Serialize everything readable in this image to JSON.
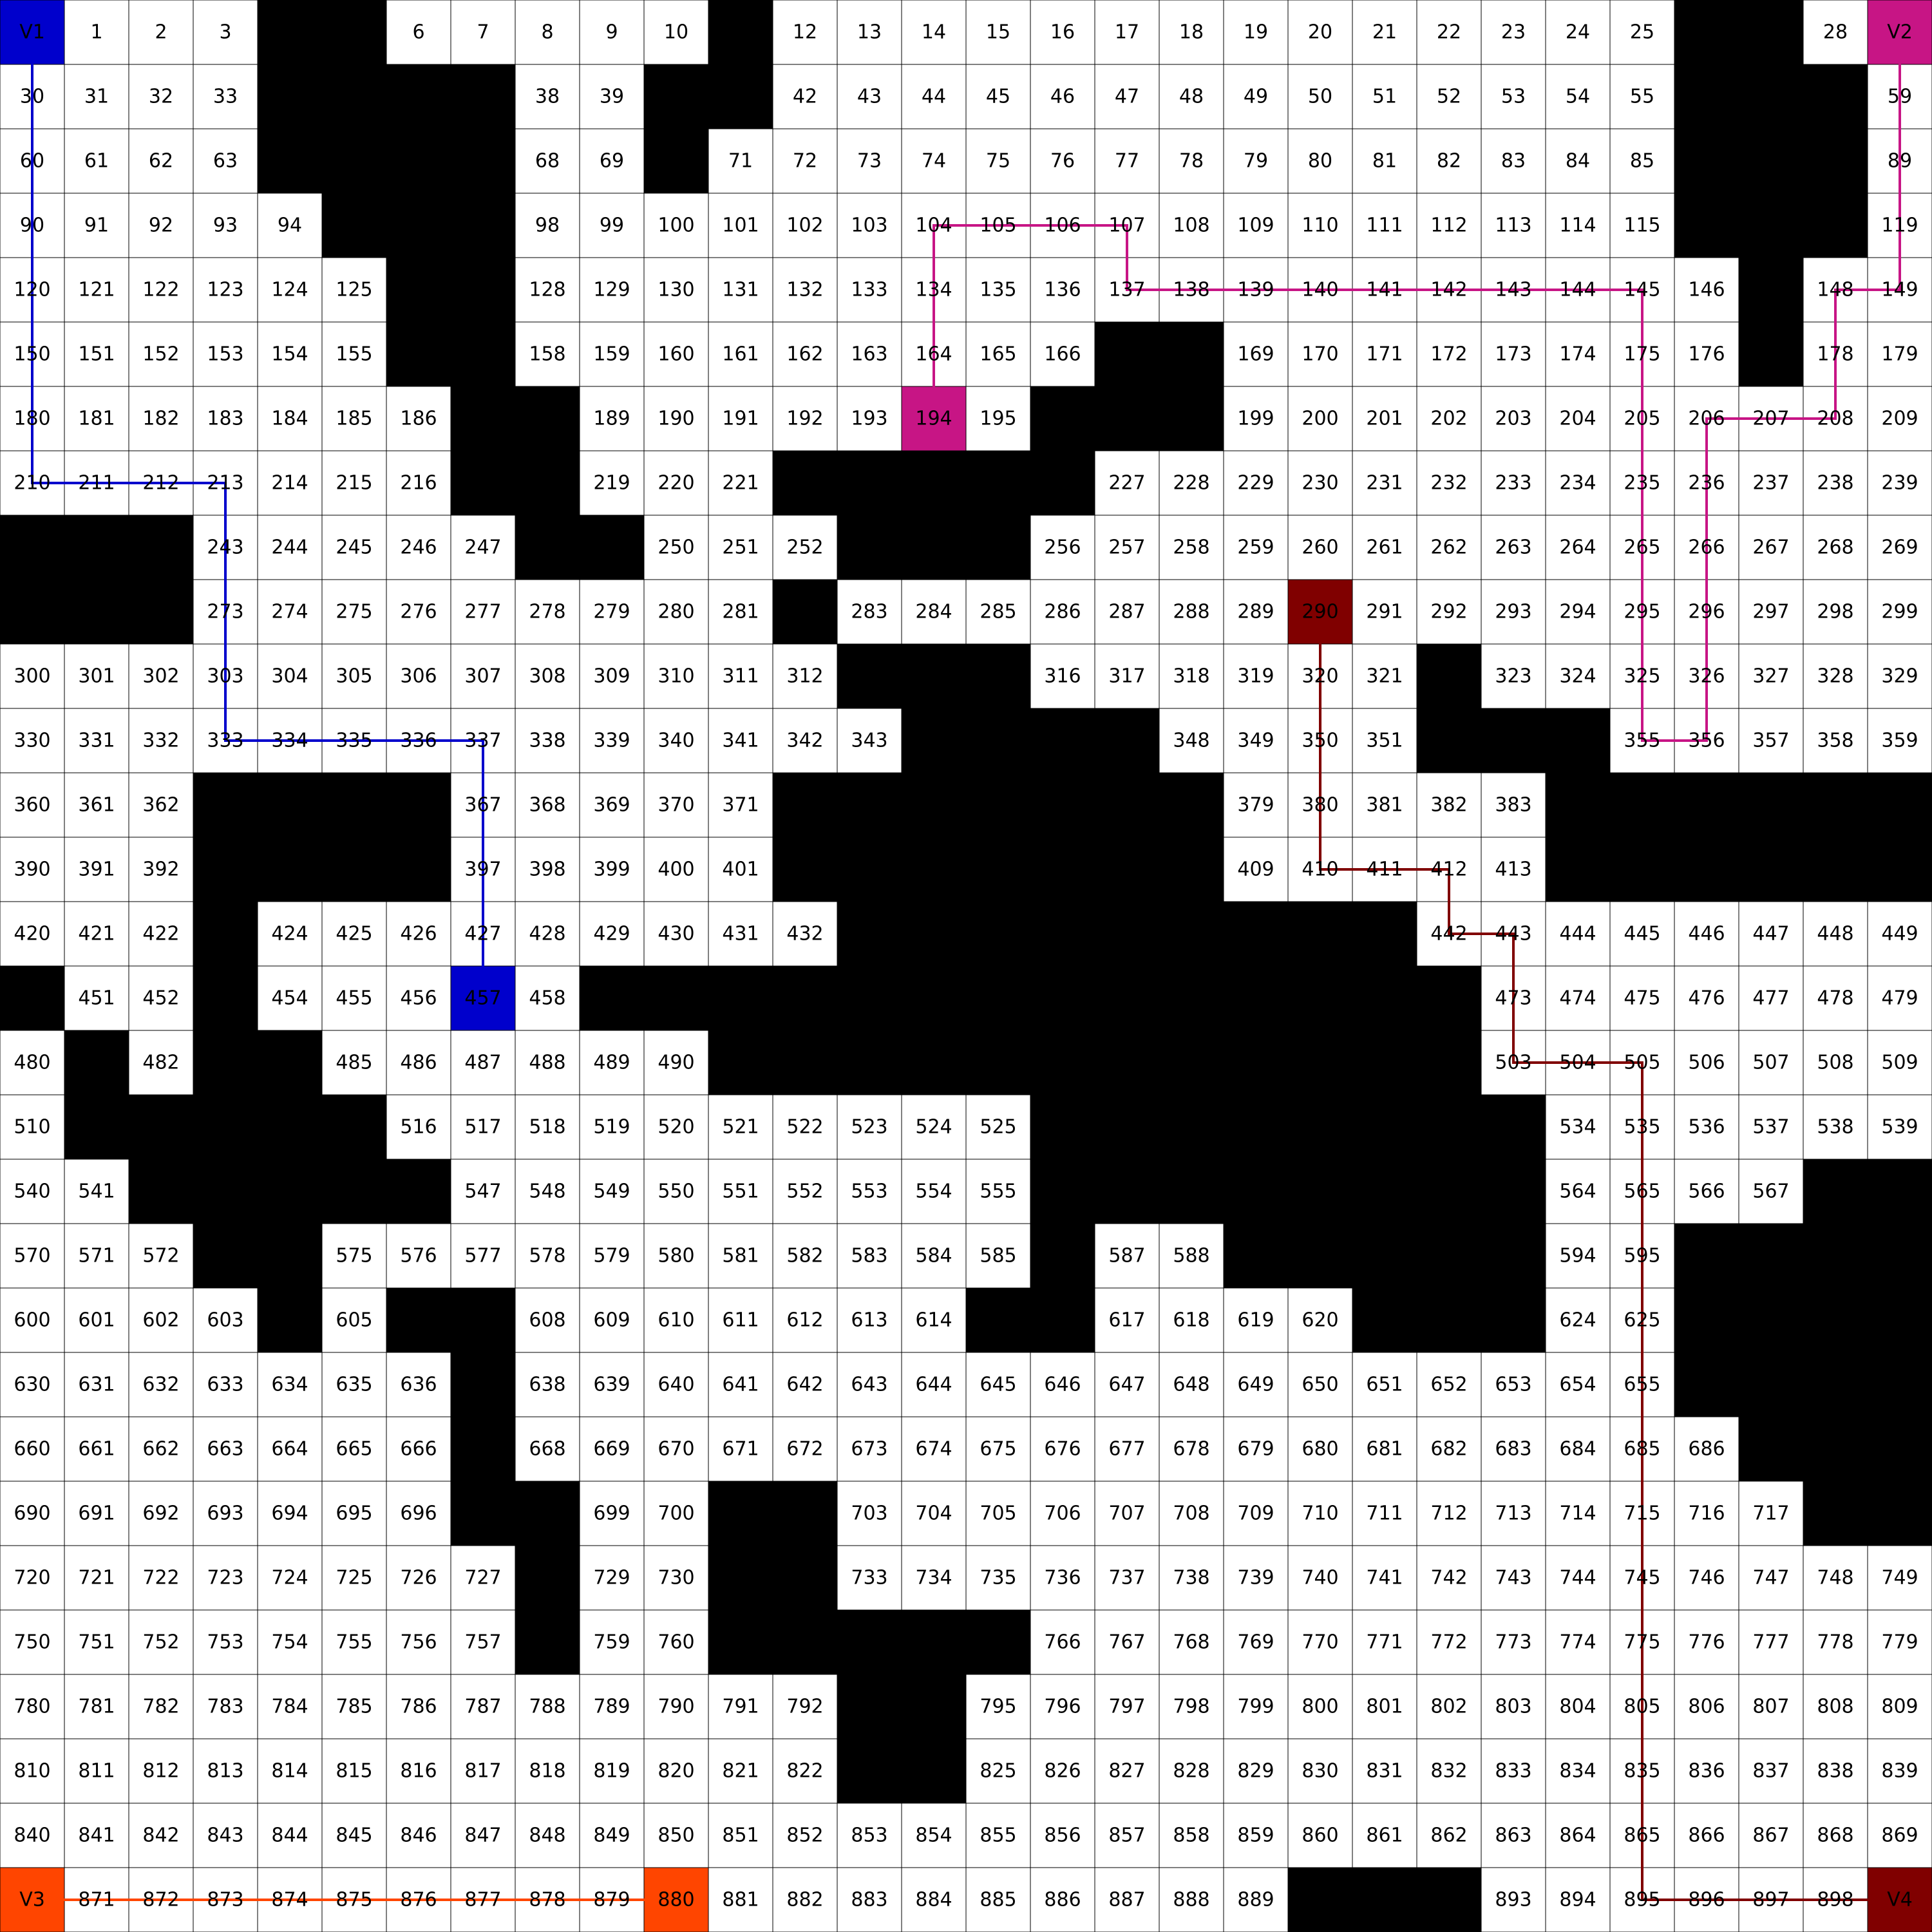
{
  "grid": {
    "cols": 30,
    "rows": 30,
    "obstacle_color": "#000000",
    "grid_line_color": "#000000",
    "cell_color": "#ffffff",
    "text_color": "#000000"
  },
  "obstacles": [
    4,
    5,
    11,
    26,
    27,
    34,
    35,
    36,
    37,
    40,
    41,
    56,
    57,
    58,
    64,
    65,
    66,
    67,
    70,
    86,
    87,
    88,
    95,
    96,
    97,
    116,
    117,
    118,
    126,
    127,
    147,
    156,
    157,
    167,
    168,
    177,
    187,
    188,
    196,
    197,
    198,
    217,
    218,
    222,
    223,
    224,
    225,
    226,
    240,
    241,
    242,
    248,
    249,
    253,
    254,
    255,
    270,
    271,
    272,
    282,
    313,
    314,
    315,
    322,
    344,
    345,
    346,
    347,
    352,
    353,
    354,
    363,
    364,
    365,
    366,
    372,
    373,
    374,
    375,
    376,
    377,
    378,
    384,
    385,
    386,
    387,
    388,
    389,
    393,
    394,
    395,
    396,
    402,
    403,
    404,
    405,
    406,
    407,
    408,
    414,
    415,
    416,
    417,
    418,
    419,
    423,
    433,
    434,
    435,
    436,
    437,
    438,
    439,
    440,
    441,
    450,
    453,
    459,
    460,
    461,
    462,
    463,
    464,
    465,
    466,
    467,
    468,
    469,
    470,
    471,
    472,
    481,
    483,
    484,
    491,
    492,
    493,
    494,
    495,
    496,
    497,
    498,
    499,
    500,
    501,
    502,
    511,
    512,
    513,
    514,
    515,
    526,
    527,
    528,
    529,
    530,
    531,
    532,
    533,
    542,
    543,
    544,
    545,
    546,
    556,
    557,
    558,
    559,
    560,
    561,
    562,
    563,
    568,
    569,
    573,
    574,
    586,
    589,
    590,
    591,
    592,
    593,
    596,
    597,
    598,
    599,
    604,
    606,
    607,
    615,
    616,
    621,
    622,
    623,
    626,
    627,
    628,
    629,
    637,
    656,
    657,
    658,
    659,
    667,
    687,
    688,
    689,
    697,
    698,
    701,
    702,
    718,
    719,
    728,
    731,
    732,
    758,
    761,
    762,
    763,
    764,
    765,
    793,
    794,
    823,
    824,
    890,
    891,
    892
  ],
  "vehicles": [
    {
      "label": "V1",
      "start": 0,
      "goal": 457,
      "color": "#0000cc",
      "path": [
        0,
        30,
        60,
        90,
        120,
        150,
        180,
        210,
        211,
        212,
        213,
        243,
        273,
        303,
        333,
        334,
        335,
        336,
        337,
        367,
        397,
        427,
        457
      ]
    },
    {
      "label": "V2",
      "start": 29,
      "goal": 194,
      "color": "#c71585",
      "path": [
        29,
        59,
        89,
        119,
        149,
        148,
        178,
        208,
        207,
        206,
        236,
        266,
        296,
        326,
        356,
        355,
        325,
        295,
        265,
        235,
        205,
        175,
        145,
        144,
        143,
        142,
        141,
        140,
        139,
        138,
        137,
        107,
        106,
        105,
        104,
        134,
        164,
        194
      ]
    },
    {
      "label": "V3",
      "start": 870,
      "goal": 880,
      "color": "#ff4500",
      "path": [
        870,
        871,
        872,
        873,
        874,
        875,
        876,
        877,
        878,
        879,
        880
      ]
    },
    {
      "label": "V4",
      "start": 899,
      "goal": 290,
      "color": "#800000",
      "path": [
        899,
        898,
        897,
        896,
        895,
        865,
        835,
        805,
        775,
        745,
        715,
        685,
        655,
        625,
        595,
        565,
        535,
        505,
        504,
        503,
        473,
        443,
        442,
        412,
        411,
        410,
        380,
        350,
        320,
        290
      ]
    }
  ]
}
